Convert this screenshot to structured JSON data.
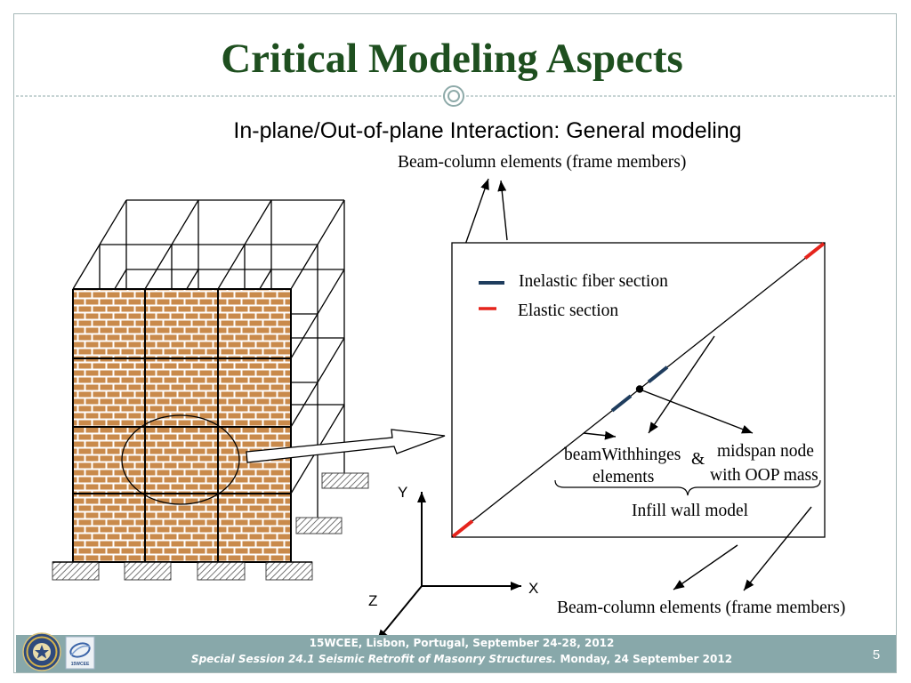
{
  "slide": {
    "title": "Critical Modeling Aspects",
    "subtitle": "In-plane/Out-of-plane Interaction: General modeling",
    "page_number": "5"
  },
  "diagram": {
    "top_label": "Beam-column elements (frame members)",
    "bottom_label": "Beam-column elements (frame members)",
    "legend": [
      {
        "label": "Inelastic fiber section",
        "color": "#1f3d5e"
      },
      {
        "label": "Elastic section",
        "color": "#e5241c"
      }
    ],
    "element_label": [
      "beamWithhinges",
      "elements"
    ],
    "ampersand": "&",
    "node_label": [
      "midspan node",
      "with OOP mass"
    ],
    "infill_label": "Infill wall model",
    "axes": {
      "y": "Y",
      "x": "X",
      "z": "Z"
    }
  },
  "footer": {
    "line1": "15WCEE, Lisbon, Portugal, September 24-28, 2012",
    "line2_italic": "Special Session 24.1 Seismic Retrofit of Masonry Structures.",
    "line2_rest": "Monday, 24 September 2012",
    "logo_text": "15WCEE"
  },
  "colors": {
    "title": "#1e4f1f",
    "rule": "#8eaaa9",
    "brick": "#c98a4b",
    "footer_bar": "#88a8aa",
    "footer_text": "#ffffff"
  },
  "icons": {
    "rule_ornament": "ring-ornament-icon",
    "seal": "university-seal-icon",
    "conference_logo": "conference-logo-icon"
  }
}
